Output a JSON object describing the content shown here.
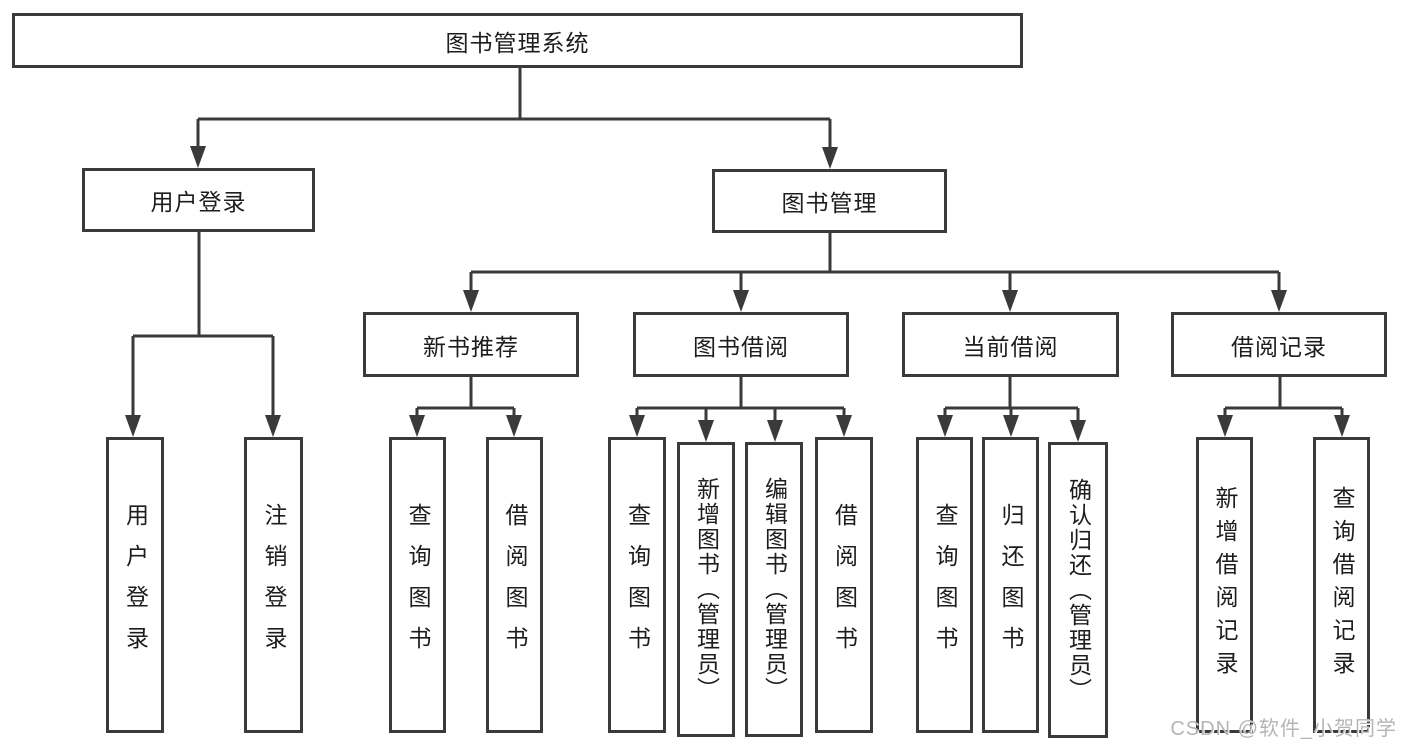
{
  "colors": {
    "background": "#ffffff",
    "line": "#3a3a3a",
    "box_border": "#3a3a3a",
    "text": "#1d1d1d",
    "watermark": "#b5b5b5"
  },
  "watermark": {
    "text": "CSDN @软件_小贺同学"
  },
  "tree": {
    "label": "图书管理系统",
    "children": [
      {
        "label": "用户登录",
        "children": [
          {
            "label": "用户登录"
          },
          {
            "label": "注销登录"
          }
        ]
      },
      {
        "label": "图书管理",
        "children": [
          {
            "label": "新书推荐",
            "children": [
              {
                "label": "查询图书"
              },
              {
                "label": "借阅图书"
              }
            ]
          },
          {
            "label": "图书借阅",
            "children": [
              {
                "label": "查询图书"
              },
              {
                "label": "新增图书（管理员）"
              },
              {
                "label": "编辑图书（管理员）"
              },
              {
                "label": "借阅图书"
              }
            ]
          },
          {
            "label": "当前借阅",
            "children": [
              {
                "label": "查询图书"
              },
              {
                "label": "归还图书"
              },
              {
                "label": "确认归还（管理员）"
              }
            ]
          },
          {
            "label": "借阅记录",
            "children": [
              {
                "label": "新增借阅记录"
              },
              {
                "label": "查询借阅记录"
              }
            ]
          }
        ]
      }
    ]
  }
}
